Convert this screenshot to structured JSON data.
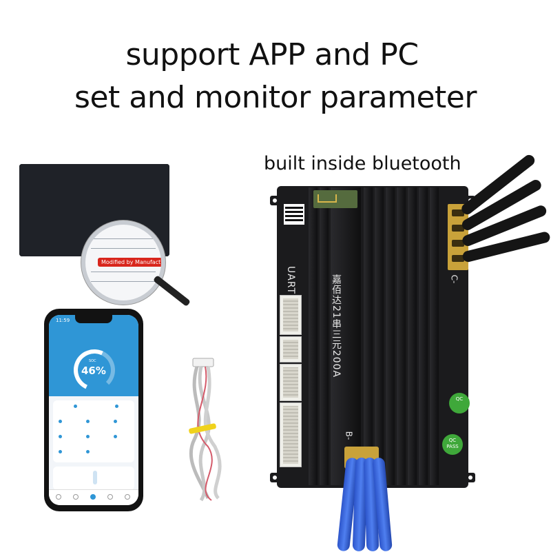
{
  "headline": {
    "line1": "support APP and PC",
    "line2": "set and monitor parameter"
  },
  "caption": "built inside bluetooth",
  "pc_app": {
    "highlight_label": "Modified by Manufacturer"
  },
  "phone_app": {
    "time": "11:59",
    "soc_label": "SOC",
    "soc_value": "46%"
  },
  "board": {
    "port_label": "UART",
    "model_text": "嘉佰达21串三元200A",
    "terminal_label": "C-",
    "terminal_label_b": "B-",
    "badge_1": "QC",
    "badge_2": "QC PASS"
  },
  "colors": {
    "accent_blue": "#2f96d6",
    "status_green": "#28b24b",
    "highlight_red": "#d8261c",
    "board_black": "#1b1b1d"
  }
}
